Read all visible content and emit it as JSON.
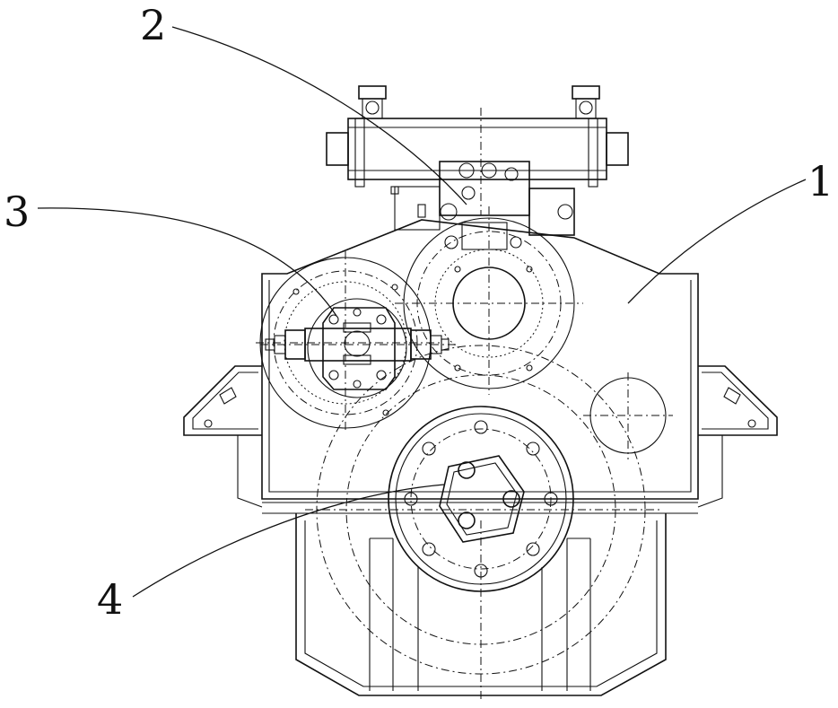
{
  "callouts": [
    {
      "id": "callout-1",
      "label": "1"
    },
    {
      "id": "callout-2",
      "label": "2"
    },
    {
      "id": "callout-3",
      "label": "3"
    },
    {
      "id": "callout-4",
      "label": "4"
    }
  ],
  "colors": {
    "ink": "#111111",
    "paper": "#ffffff"
  }
}
